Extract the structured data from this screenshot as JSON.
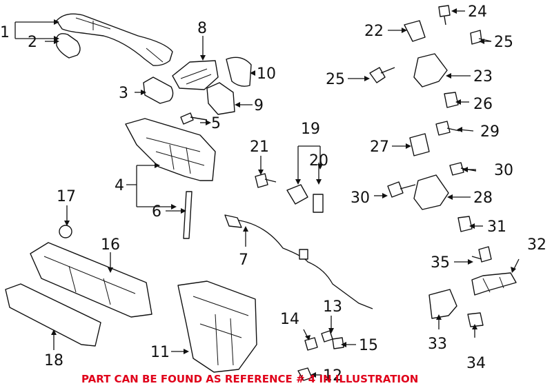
{
  "callouts": [
    "1",
    "2",
    "3",
    "4",
    "5",
    "6",
    "7",
    "8",
    "9",
    "10",
    "11",
    "12",
    "13",
    "14",
    "15",
    "16",
    "17",
    "18",
    "19",
    "20",
    "21",
    "22",
    "23",
    "24",
    "25",
    "25",
    "26",
    "27",
    "28",
    "29",
    "30",
    "30",
    "31",
    "32",
    "33",
    "34",
    "35"
  ],
  "footer_note": "PART CAN BE FOUND AS REFERENCE # 4 IN ILLUSTRATION",
  "colors": {
    "note": "#e0001a",
    "line": "#111111"
  }
}
